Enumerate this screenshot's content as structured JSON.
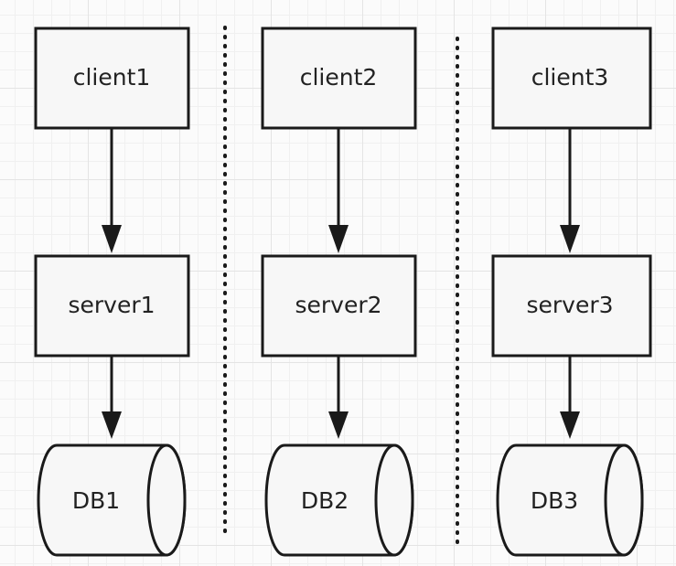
{
  "columns": [
    {
      "client": "client1",
      "server": "server1",
      "db": "DB1"
    },
    {
      "client": "client2",
      "server": "server2",
      "db": "DB2"
    },
    {
      "client": "client3",
      "server": "server3",
      "db": "DB3"
    }
  ]
}
